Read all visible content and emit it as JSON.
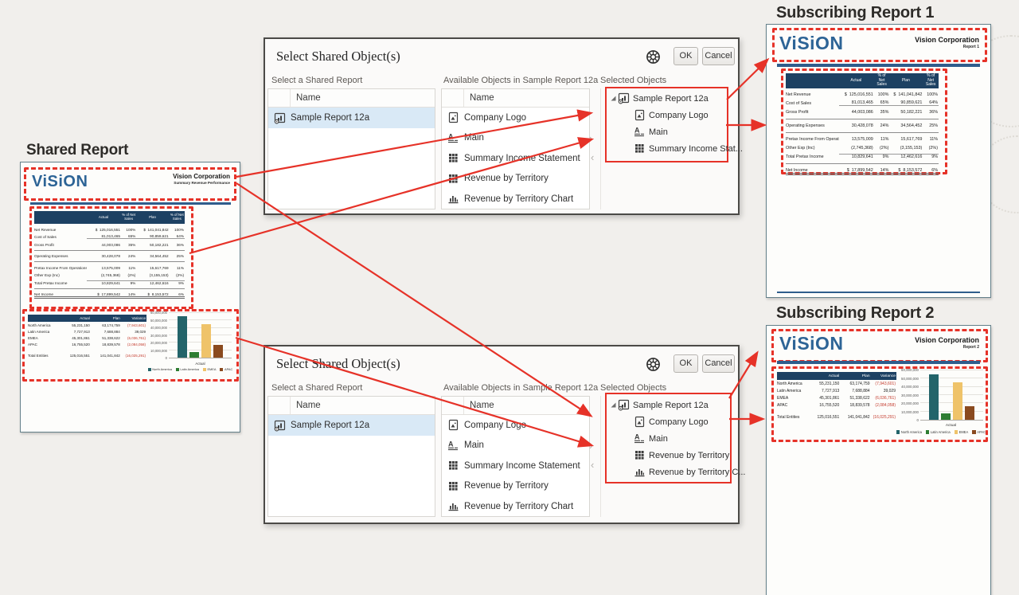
{
  "titles": {
    "shared_report": "Shared Report",
    "subscribing_report_1": "Subscribing Report 1",
    "subscribing_report_2": "Subscribing Report 2"
  },
  "dialog": {
    "title": "Select Shared Object(s)",
    "ok_label": "OK",
    "cancel_label": "Cancel",
    "select_shared_report_label": "Select a Shared Report",
    "available_objects_label": "Available Objects in Sample Report 12a",
    "selected_objects_label": "Selected Objects",
    "name_column_header": "Name",
    "shared_report_name": "Sample Report 12a",
    "available_objects": [
      {
        "label": "Company Logo",
        "icon": "image-document-icon"
      },
      {
        "label": "Main",
        "icon": "text-body-icon"
      },
      {
        "label": "Summary Income Statement",
        "icon": "grid-table-icon"
      },
      {
        "label": "Revenue by Territory",
        "icon": "grid-table-icon"
      },
      {
        "label": "Revenue by Territory Chart",
        "icon": "bar-chart-icon"
      }
    ],
    "shuttle": {
      "move_right": "›",
      "move_left": "‹"
    }
  },
  "dialog1": {
    "selected_objects": {
      "root": "Sample Report 12a",
      "children": [
        {
          "label": "Company Logo",
          "icon": "image-document-icon"
        },
        {
          "label": "Main",
          "icon": "text-body-icon"
        },
        {
          "label": "Summary Income Stat...",
          "icon": "grid-table-icon"
        }
      ]
    }
  },
  "dialog2": {
    "selected_objects": {
      "root": "Sample Report 12a",
      "children": [
        {
          "label": "Company Logo",
          "icon": "image-document-icon"
        },
        {
          "label": "Main",
          "icon": "text-body-icon"
        },
        {
          "label": "Revenue by Territory",
          "icon": "grid-table-icon"
        },
        {
          "label": "Revenue by Territory C...",
          "icon": "bar-chart-icon"
        }
      ]
    }
  },
  "report_common": {
    "logo_text": "ViSiON",
    "company_name": "Vision Corporation"
  },
  "shared_report": {
    "subtitle": "Summary Revenue Performance"
  },
  "report1": {
    "subtitle": "Report 1"
  },
  "report2": {
    "subtitle": "Report 2"
  },
  "income_statement": {
    "columns": [
      "Actual",
      "% of Net Sales",
      "Plan",
      "% of Net Sales"
    ],
    "rows": [
      {
        "label": "Net Revenue",
        "actual": "$  125,016,551",
        "pct1": "100%",
        "plan": "$  141,041,842",
        "pct2": "100%",
        "cls": ""
      },
      {
        "label": "Cost of Sales",
        "actual": "81,013,465",
        "pct1": "65%",
        "plan": "90,859,621",
        "pct2": "64%",
        "cls": "ub-num"
      },
      {
        "label": "Gross Profit",
        "actual": "44,003,086",
        "pct1": "35%",
        "plan": "50,182,221",
        "pct2": "36%",
        "cls": ""
      },
      {
        "spacer": true
      },
      {
        "label": "Operating Expenses",
        "actual": "30,428,078",
        "pct1": "24%",
        "plan": "34,564,452",
        "pct2": "25%",
        "cls": "ut-full"
      },
      {
        "spacer": true
      },
      {
        "label": "Pretax Income From Operations",
        "actual": "13,575,009",
        "pct1": "11%",
        "plan": "15,617,769",
        "pct2": "11%",
        "cls": "ut-full"
      },
      {
        "label": "Other Exp (Inc)",
        "actual": "(2,745,368)",
        "pct1": "(2%)",
        "plan": "(3,155,153)",
        "pct2": "(2%)",
        "cls": ""
      },
      {
        "label": "Total Pretax Income",
        "actual": "10,829,641",
        "pct1": "9%",
        "plan": "12,462,616",
        "pct2": "9%",
        "cls": "ut-num"
      },
      {
        "spacer": true
      },
      {
        "label": "Net Income",
        "actual": "$  17,899,542",
        "pct1": "14%",
        "plan": "$  8,153,572",
        "pct2": "6%",
        "cls": "ut-full db-bot"
      }
    ]
  },
  "territory_table": {
    "columns": [
      "Actual",
      "Plan",
      "Variance"
    ],
    "rows": [
      {
        "label": "North America",
        "actual": "55,231,150",
        "plan": "63,174,759",
        "variance": "(7,943,601)",
        "negative": true
      },
      {
        "label": "Latin America",
        "actual": "7,727,913",
        "plan": "7,688,884",
        "variance": "39,029",
        "negative": false
      },
      {
        "label": "EMEA",
        "actual": "45,301,861",
        "plan": "51,338,622",
        "variance": "(6,036,761)",
        "negative": true
      },
      {
        "label": "APAC",
        "actual": "16,755,520",
        "plan": "18,839,578",
        "variance": "(2,084,058)",
        "negative": true
      }
    ],
    "total_row": {
      "label": "Total Entities",
      "actual": "125,016,551",
      "plan": "141,041,842",
      "variance": "(16,025,291)",
      "negative": true
    }
  },
  "chart_data": {
    "type": "bar",
    "categories": [
      "North America",
      "Latin America",
      "EMEA",
      "APAC"
    ],
    "values": [
      55231150,
      7727913,
      45301861,
      16755520
    ],
    "colors": [
      "#23646a",
      "#2e7d32",
      "#efc36a",
      "#8a4a1f"
    ],
    "xlabel": "Actual",
    "ylim": [
      0,
      60000000
    ],
    "ytick_labels": [
      "60,000,000",
      "50,000,000",
      "40,000,000",
      "30,000,000",
      "20,000,000",
      "10,000,000",
      "0"
    ],
    "legend": [
      "North America",
      "Latin America",
      "EMEA",
      "APAC"
    ],
    "legend_position": "bottom",
    "grid": true
  },
  "colors": {
    "annotation_red": "#e63228",
    "table_header_navy": "#1d4163",
    "rule_blue": "#2f5d8c",
    "logo_blue": "#2d6496",
    "selected_row_blue": "#d9e9f6",
    "negative_red": "#c3392b"
  }
}
